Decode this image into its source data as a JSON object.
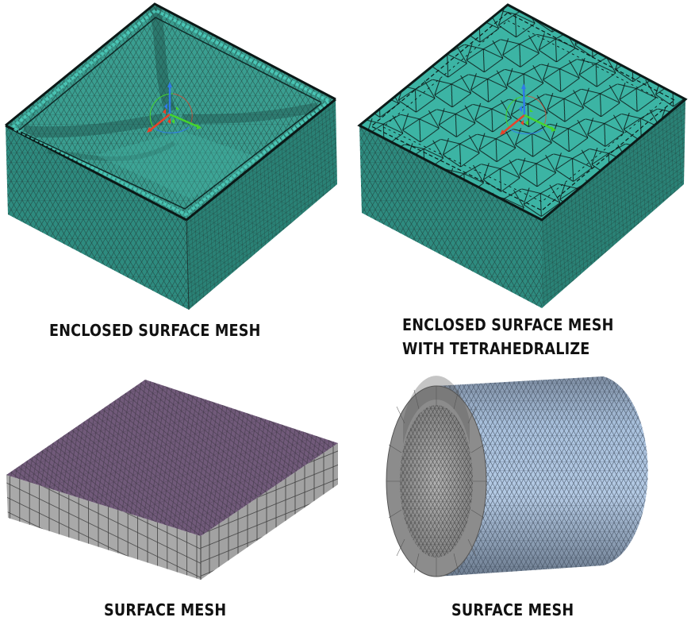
{
  "panels": [
    {
      "id": "enclosed-surface-mesh",
      "caption_lines": [
        "ENCLOSED SURFACE MESH"
      ],
      "shape": "open-box",
      "mesh_color": "#2e8b7f",
      "mesh_highlight": "#3fb5a5",
      "edge_color": "#1f3a36",
      "has_axis_gizmo": true
    },
    {
      "id": "enclosed-surface-mesh-tetrahedralize",
      "caption_lines": [
        "ENCLOSED SURFACE MESH",
        "WITH TETRAHEDRALIZE"
      ],
      "shape": "closed-box",
      "mesh_color": "#2e8b7f",
      "top_color": "#3cb4a4",
      "edge_color": "#0c1a18",
      "has_axis_gizmo": true
    },
    {
      "id": "surface-mesh-slab",
      "caption_lines": [
        "SURFACE MESH"
      ],
      "shape": "slab",
      "top_color": "#715a7a",
      "side_color": "#a9a9a9",
      "edge_color": "#3a3340",
      "side_layers": 3
    },
    {
      "id": "surface-mesh-tube",
      "caption_lines": [
        "SURFACE MESH"
      ],
      "shape": "hollow-cylinder",
      "outer_color": "#a9c1de",
      "end_ring_color": "#8b8b8b",
      "inner_color": "#a0a0a0",
      "edge_color": "#3b4656"
    }
  ],
  "gizmo_colors": {
    "x": "#e8422a",
    "y": "#46d42c",
    "z": "#2f7be8"
  }
}
